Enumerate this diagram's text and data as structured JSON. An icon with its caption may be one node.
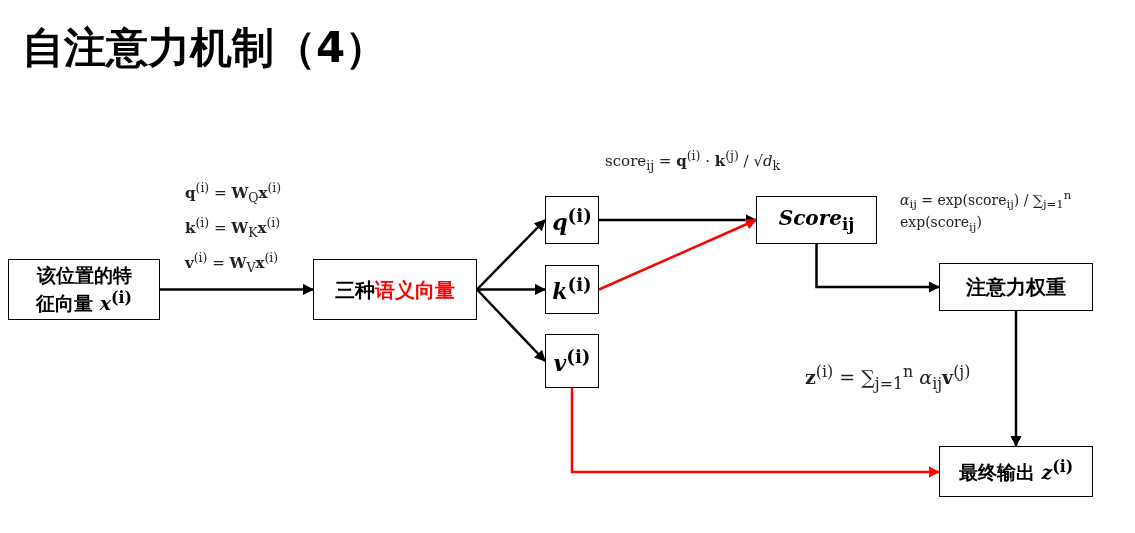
{
  "diagram": {
    "title": "自注意力机制（4）",
    "nodes": [
      {
        "text": [
          "该位置的特征向量 *x*$^{(i)}$"
        ]
      },
      {
        "text": [
          "三种",
          "语义向量"
        ]
      },
      {
        "text": [
          "*q*$^{(i)}$"
        ]
      },
      {
        "text": [
          "*k*$^{(i)}$"
        ]
      },
      {
        "text": [
          "*v*$^{(i)}$"
        ]
      },
      {
        "text": [
          "*Score*$_{ij}$"
        ]
      },
      {
        "text": [
          "注意力权重"
        ]
      },
      {
        "text": [
          "最终输出 *z*$^{(i)}$"
        ]
      }
    ],
    "edges": [
      {
        "from": 0,
        "to": 1,
        "arrow": "to"
      },
      {
        "from": 1,
        "to": 2,
        "arrow": "to"
      },
      {
        "from": 1,
        "to": 3,
        "arrow": "to"
      },
      {
        "from": 1,
        "to": 4,
        "arrow": "to"
      },
      {
        "from": 2,
        "to": 5,
        "arrow": "to"
      },
      {
        "from": 3,
        "to": 5,
        "arrow": "to",
        "color": "#ff0000"
      },
      {
        "from": 5,
        "to": 6,
        "arrow": "to"
      },
      {
        "from": 6,
        "to": 7,
        "arrow": "to"
      },
      {
        "from": 4,
        "to": 7,
        "arrow": "to",
        "color": "#ff0000"
      }
    ],
    "labels": [
      "**q**$^{(i)}$ = **W**$_{Q}$**x**$^{(i)}$",
      "**k**$^{(i)}$ = **W**$_{K}$**x**$^{(i)}$",
      "**v**$^{(i)}$ = **W**$_{V}$**x**$^{(i)}$",
      "score$_{ij}$ = **q**$^{(i)}$ · **k**$^{(j)}$ / √*d*$_{k}$",
      "*α*$_{ij}$ = exp(score$_{ij}$) / ∑$_{j=1}$$^{n}$ exp(score$_{ij}$)",
      "**z**$^{(i)}$ = ∑$_{j=1}$$^{n}$ *α*$_{ij}$**v**$^{(j)}$"
    ]
  }
}
